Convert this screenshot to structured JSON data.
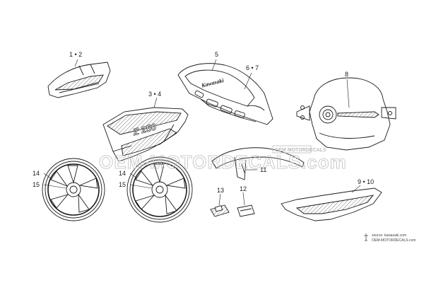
{
  "diagram": {
    "callouts": [
      {
        "key": "c12",
        "text": "1 • 2"
      },
      {
        "key": "c34",
        "text": "3 • 4"
      },
      {
        "key": "c5",
        "text": "5"
      },
      {
        "key": "c67",
        "text": "6 • 7"
      },
      {
        "key": "c8",
        "text": "8"
      },
      {
        "key": "c910",
        "text": "9 • 10"
      },
      {
        "key": "c11",
        "text": "11"
      },
      {
        "key": "c12b",
        "text": "12"
      },
      {
        "key": "c13",
        "text": "13"
      },
      {
        "key": "c14a",
        "text": "14"
      },
      {
        "key": "c15a",
        "text": "15"
      },
      {
        "key": "c14b",
        "text": "14"
      },
      {
        "key": "c15b",
        "text": "15"
      }
    ],
    "decal_texts": {
      "tank_logo": "Kawasaki",
      "shroud_model": "Z 250"
    }
  },
  "watermark": {
    "text": "OEM-MOTORDECALS.com",
    "badge": "OEM MOTORDECALS"
  },
  "source_credit": {
    "line1": "source: kawasaki.com",
    "line2": "OEM-MOTORDECALS.com"
  },
  "colors": {
    "line": "#1a1a1a",
    "watermark": "#bdbdbd"
  }
}
